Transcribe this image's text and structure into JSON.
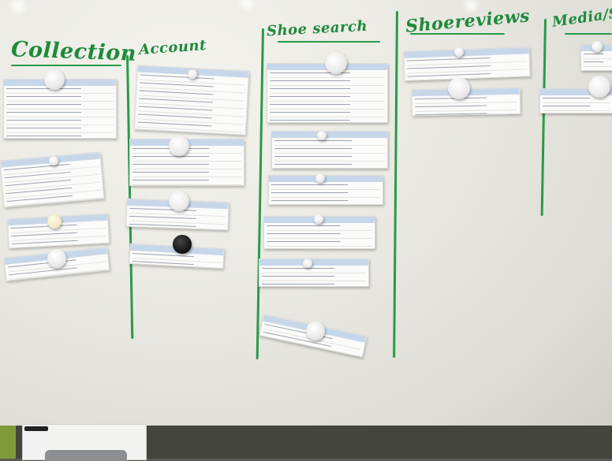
{
  "board": {
    "headers": [
      {
        "id": "collection",
        "label": "Collection"
      },
      {
        "id": "account",
        "label": "Account"
      },
      {
        "id": "shoe_search",
        "label": "Shoe search"
      },
      {
        "id": "shoe_reviews",
        "label": "Shoereviews"
      },
      {
        "id": "media",
        "label": "Media/S"
      }
    ]
  }
}
